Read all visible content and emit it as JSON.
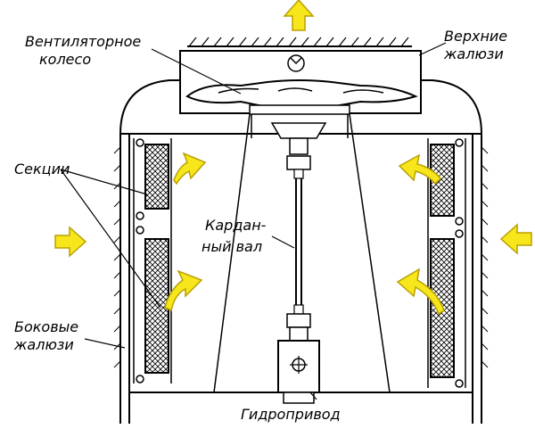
{
  "labels": {
    "fan_wheel": [
      "Вентиляторное",
      "колесо"
    ],
    "top_louvers": [
      "Верхние",
      "жалюзи"
    ],
    "sections": "Секции",
    "cardan_shaft": [
      "Кардан-",
      "ный вал"
    ],
    "side_louvers": [
      "Боковые",
      "жалюзи"
    ],
    "hydro_drive": "Гидропривод"
  },
  "colors": {
    "airflow_arrow_fill": "#f7e61c",
    "airflow_arrow_stroke": "#b8a000",
    "line": "#000000",
    "background": "#ffffff"
  },
  "icons": {
    "airflow": "airflow-arrow-icon",
    "rotation": "rotation-arrow-icon"
  }
}
